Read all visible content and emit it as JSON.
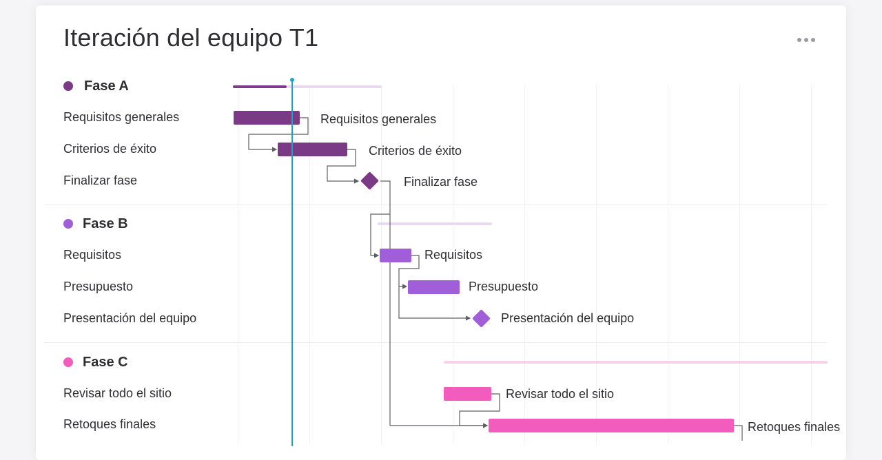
{
  "title": "Iteración del equipo T1",
  "menu_icon": "more-horizontal-icon",
  "colors": {
    "phase_a": "#7a3a85",
    "phase_b": "#a05ed8",
    "phase_c": "#f25cbd",
    "today_line": "#1ea3c7",
    "connector": "#5f5f66"
  },
  "phases": [
    {
      "name": "Fase A",
      "tasks": [
        {
          "row_label": "Requisitos generales",
          "bar_label": "Requisitos generales"
        },
        {
          "row_label": "Criterios de éxito",
          "bar_label": "Criterios de éxito"
        },
        {
          "row_label": "Finalizar fase",
          "bar_label": "Finalizar fase"
        }
      ]
    },
    {
      "name": "Fase B",
      "tasks": [
        {
          "row_label": "Requisitos",
          "bar_label": "Requisitos"
        },
        {
          "row_label": "Presupuesto",
          "bar_label": "Presupuesto"
        },
        {
          "row_label": "Presentación del equipo",
          "bar_label": "Presentación del equipo"
        }
      ]
    },
    {
      "name": "Fase C",
      "tasks": [
        {
          "row_label": "Revisar todo el sitio",
          "bar_label": "Revisar todo el sitio"
        },
        {
          "row_label": "Retoques finales",
          "bar_label": "Retoques finales"
        }
      ]
    }
  ]
}
